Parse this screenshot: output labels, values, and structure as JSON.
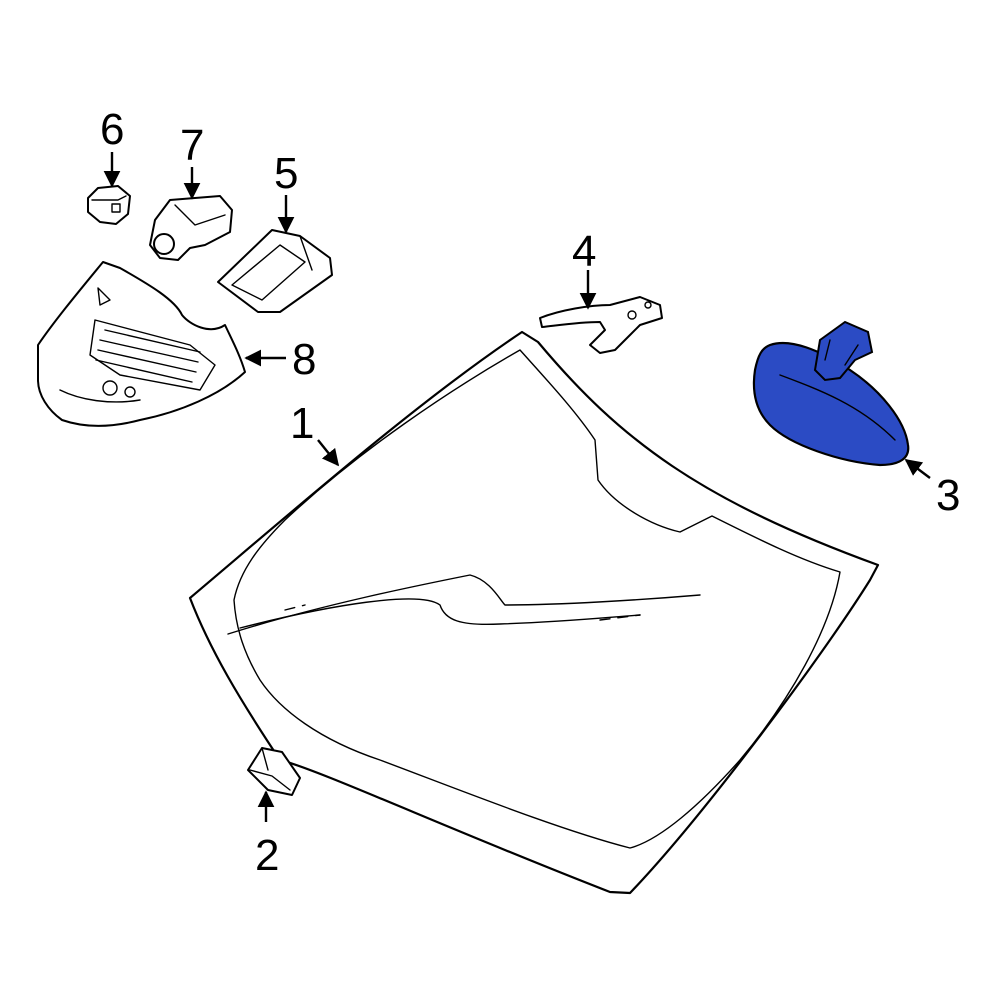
{
  "diagram": {
    "highlight_color": "#2b4bc4",
    "line_color": "#000000",
    "parts": [
      {
        "id": "windshield",
        "callout": "1"
      },
      {
        "id": "clip",
        "callout": "2"
      },
      {
        "id": "rearview-mirror",
        "callout": "3",
        "highlighted": true
      },
      {
        "id": "mirror-bracket",
        "callout": "4"
      },
      {
        "id": "mount-cover",
        "callout": "5"
      },
      {
        "id": "rain-sensor",
        "callout": "6"
      },
      {
        "id": "camera-module",
        "callout": "7"
      },
      {
        "id": "overhead-housing",
        "callout": "8"
      }
    ]
  }
}
